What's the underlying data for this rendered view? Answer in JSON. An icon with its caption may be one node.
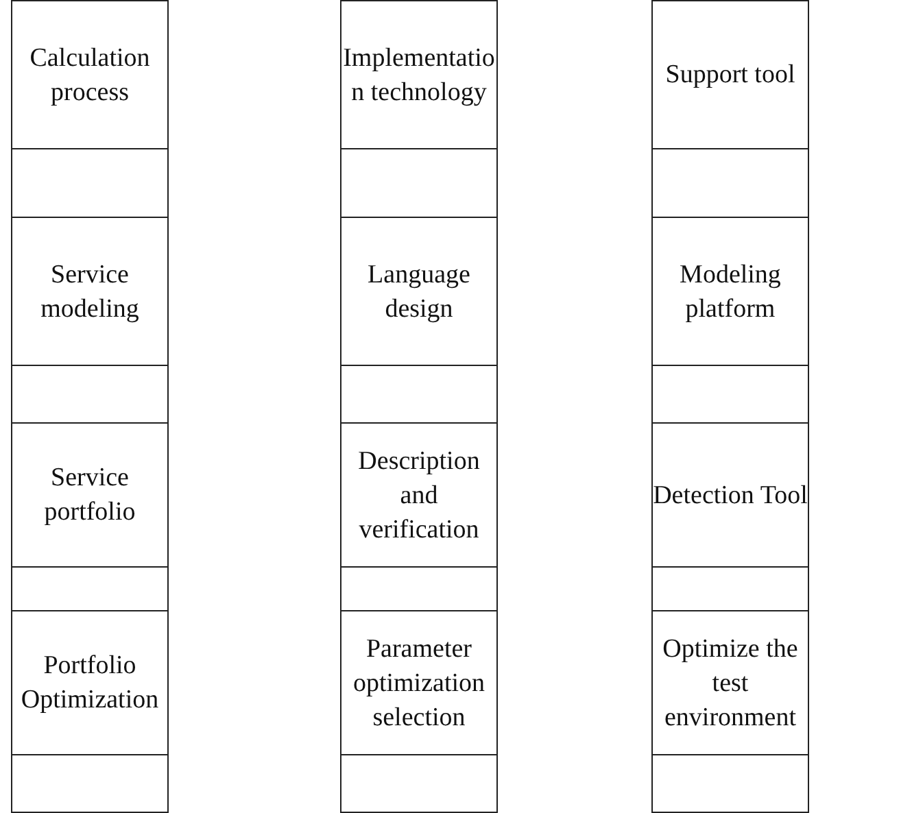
{
  "diagram": {
    "nodes": [
      {
        "text": [
          "Calculation process"
        ]
      },
      {
        "text": [],
        "shape": "box"
      },
      {
        "text": [
          "Service modeling"
        ]
      },
      {
        "text": [],
        "shape": "box"
      },
      {
        "text": [
          "Service portfolio"
        ]
      },
      {
        "text": [],
        "shape": "box"
      },
      {
        "text": [
          "Portfolio Optimization"
        ]
      },
      {
        "text": [],
        "shape": "box"
      },
      {
        "text": [
          "Implementatio n technology"
        ]
      },
      {
        "text": [],
        "shape": "box"
      },
      {
        "text": [
          "Language design"
        ]
      },
      {
        "text": [],
        "shape": "box"
      },
      {
        "text": [
          "Description and verification"
        ]
      },
      {
        "text": [],
        "shape": "box"
      },
      {
        "text": [
          "Parameter optimization selection"
        ]
      },
      {
        "text": [],
        "shape": "box"
      },
      {
        "text": [
          "Support tool"
        ]
      },
      {
        "text": [],
        "shape": "box"
      },
      {
        "text": [
          "Modeling platform"
        ]
      },
      {
        "text": [],
        "shape": "box"
      },
      {
        "text": [
          "Detection Tool"
        ]
      },
      {
        "text": [],
        "shape": "box"
      },
      {
        "text": [
          "Optimize the test environment"
        ]
      },
      {
        "text": [],
        "shape": "box"
      }
    ]
  }
}
